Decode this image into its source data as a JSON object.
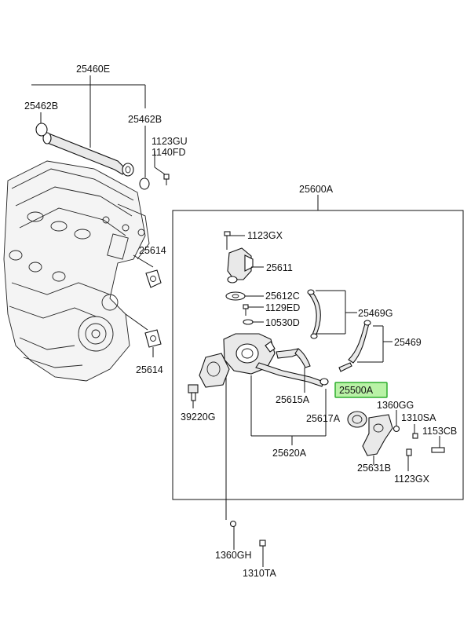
{
  "highlight_color": "#b9f2a6",
  "highlight_border": "#2fae2f",
  "labels": {
    "l25460E": "25460E",
    "l25462B_left": "25462B",
    "l25462B_right": "25462B",
    "l1123GU": "1123GU",
    "l1140FD": "1140FD",
    "l25600A": "25600A",
    "l1123GX_top": "1123GX",
    "l25611": "25611",
    "l25614_top": "25614",
    "l25612C": "25612C",
    "l1129ED": "1129ED",
    "l10530D": "10530D",
    "l25469G": "25469G",
    "l25469": "25469",
    "l25614_bottom": "25614",
    "l25500A": "25500A",
    "l1360GG": "1360GG",
    "l1310SA": "1310SA",
    "l1153CB": "1153CB",
    "l25615A": "25615A",
    "l25617A": "25617A",
    "l39220G": "39220G",
    "l25620A": "25620A",
    "l25631B": "25631B",
    "l1123GX_bottom": "1123GX",
    "l1360GH": "1360GH",
    "l1310TA": "1310TA"
  }
}
